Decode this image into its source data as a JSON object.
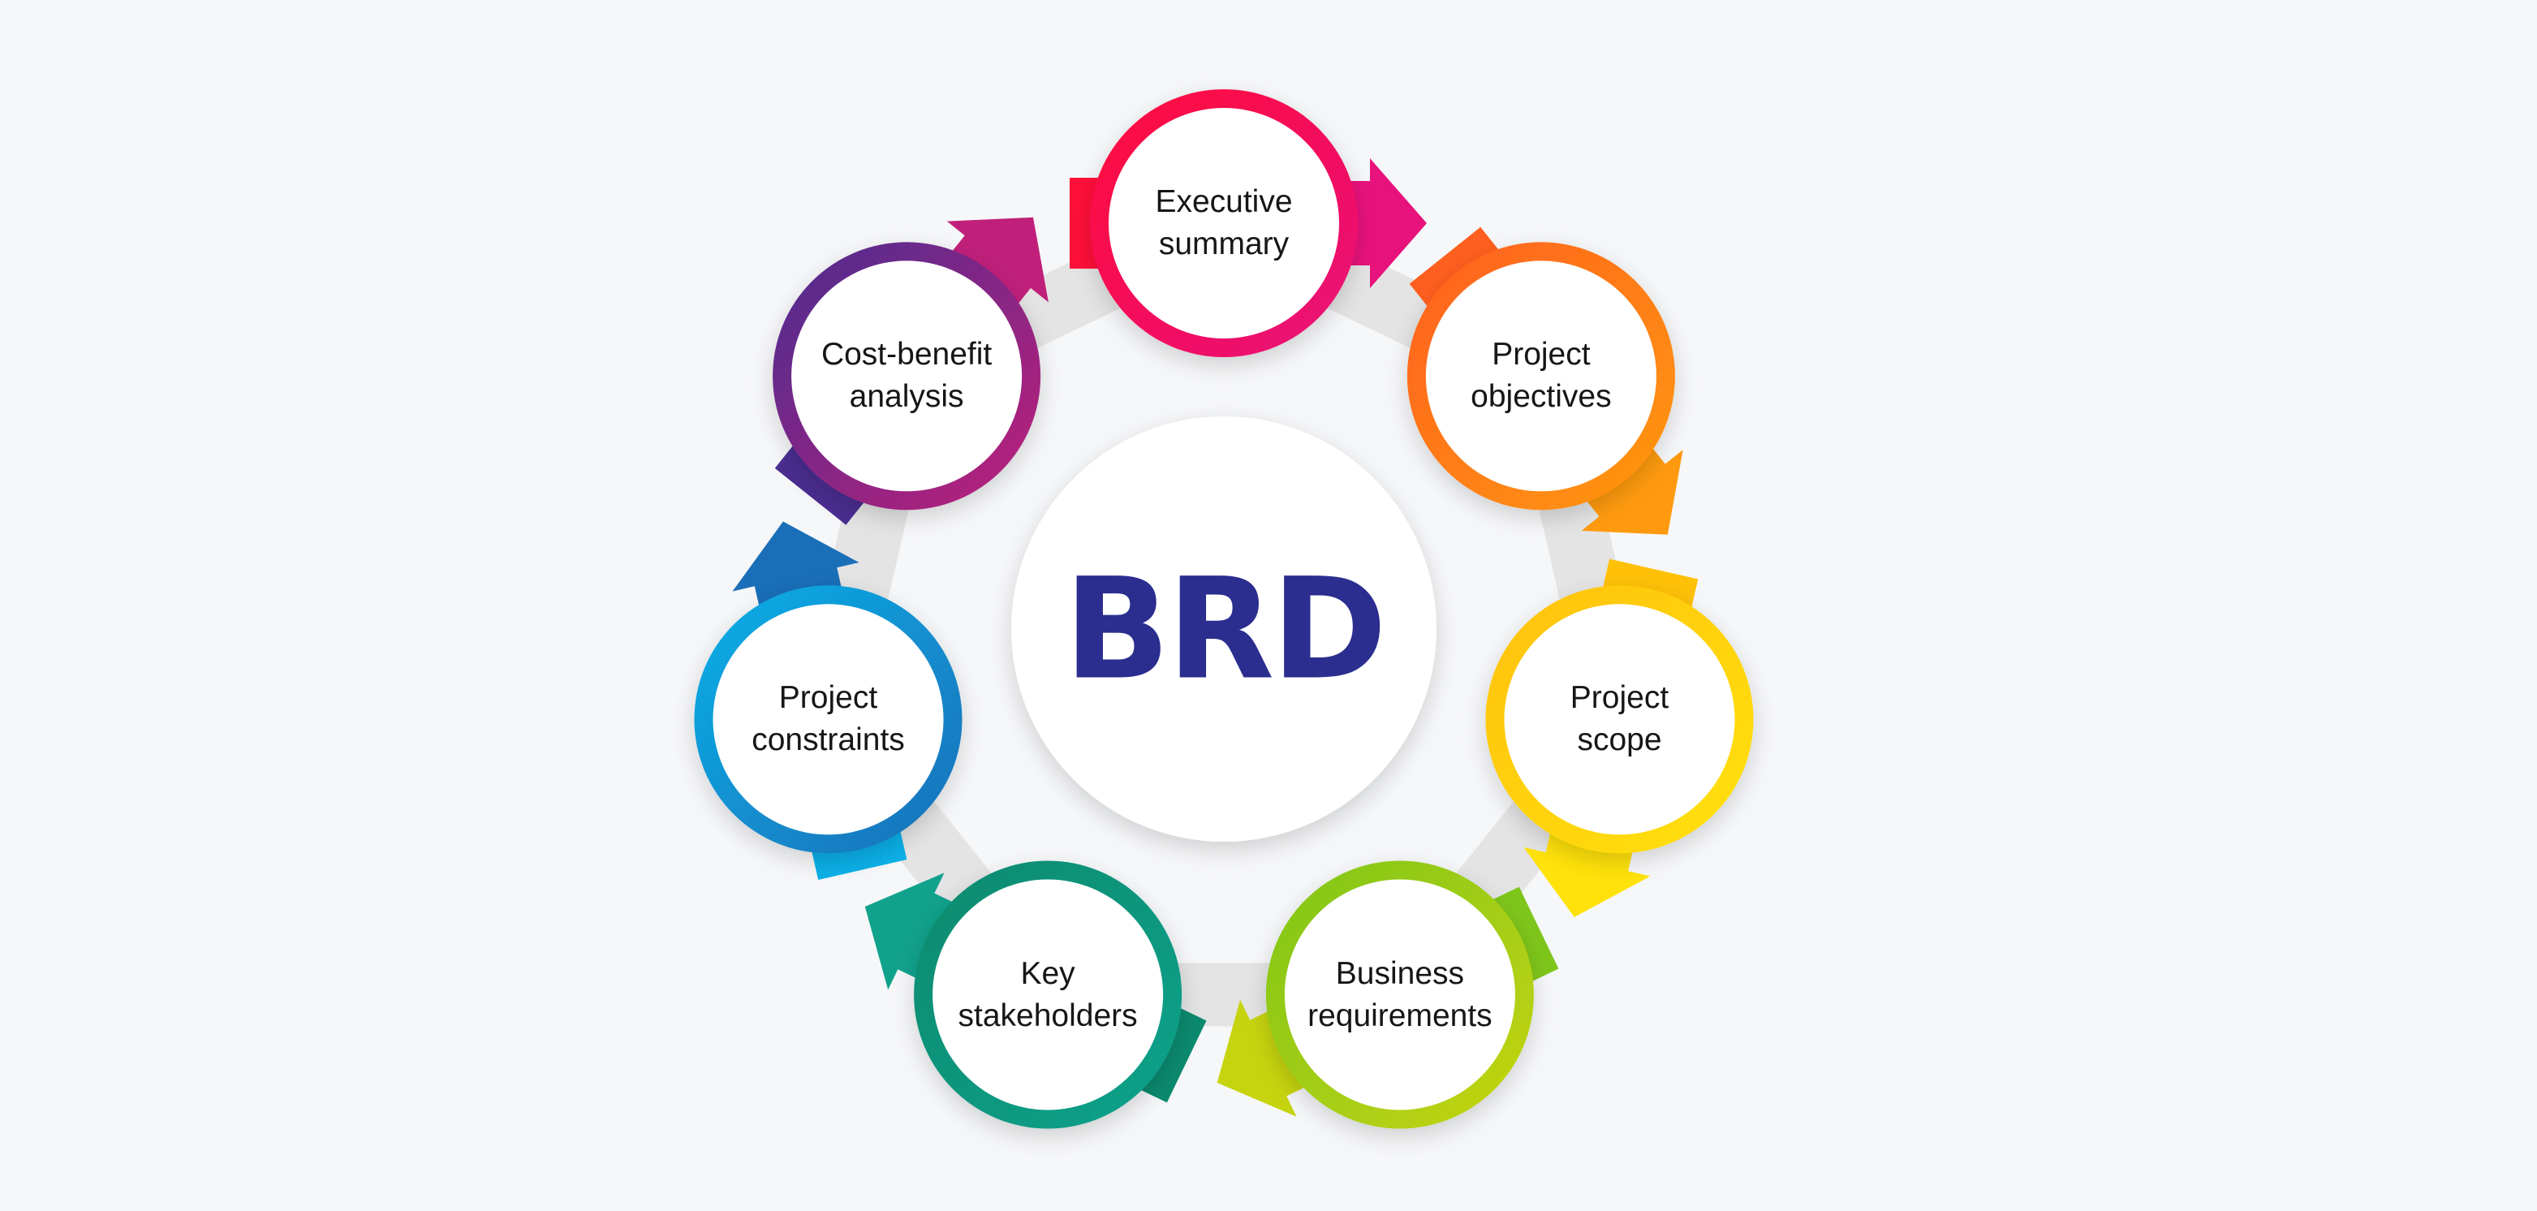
{
  "center": {
    "title": "BRD",
    "color": "#2b2d8f"
  },
  "nodes": [
    {
      "id": "executive-summary",
      "lines": [
        "Executive",
        "summary"
      ],
      "colors": [
        "#ff0f3a",
        "#e8127c"
      ]
    },
    {
      "id": "project-objectives",
      "lines": [
        "Project",
        "objectives"
      ],
      "colors": [
        "#ff5f1f",
        "#ff9a0e"
      ]
    },
    {
      "id": "project-scope",
      "lines": [
        "Project",
        "scope"
      ],
      "colors": [
        "#ffc107",
        "#ffe20a"
      ]
    },
    {
      "id": "business-requirements",
      "lines": [
        "Business",
        "requirements"
      ],
      "colors": [
        "#7ec61b",
        "#c6d40f"
      ]
    },
    {
      "id": "key-stakeholders",
      "lines": [
        "Key",
        "stakeholders"
      ],
      "colors": [
        "#0b8a6e",
        "#11a28c"
      ]
    },
    {
      "id": "project-constraints",
      "lines": [
        "Project",
        "constraints"
      ],
      "colors": [
        "#0bb0e8",
        "#1a6fb8"
      ]
    },
    {
      "id": "cost-benefit-analysis",
      "lines": [
        "Cost-benefit",
        "analysis"
      ],
      "colors": [
        "#4a2d90",
        "#c0207a"
      ]
    }
  ],
  "ring_color": "#e4e4e4"
}
